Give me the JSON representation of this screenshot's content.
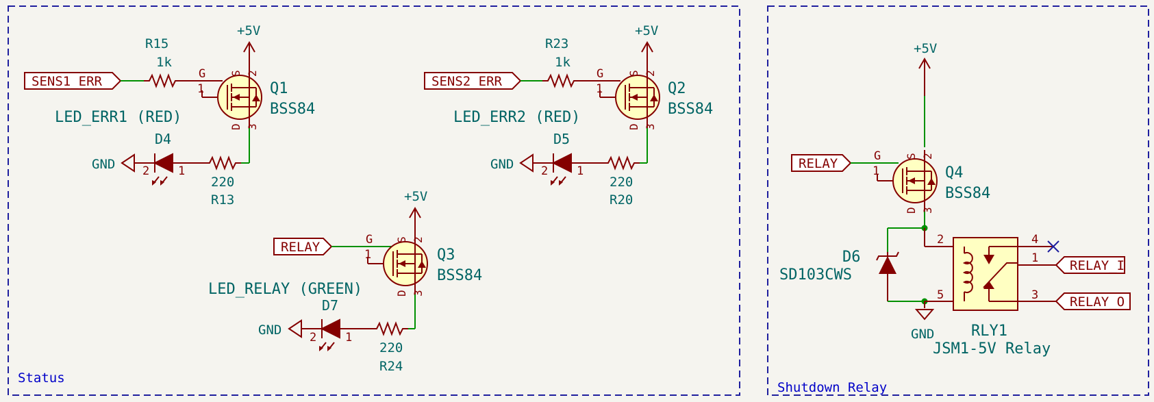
{
  "sections": {
    "status": "Status",
    "shutdown": "Shutdown Relay"
  },
  "power": {
    "vcc": "+5V",
    "gnd": "GND"
  },
  "labels": {
    "sens1": "SENS1_ERR",
    "sens2": "SENS2_ERR",
    "relay": "RELAY",
    "relay_i": "RELAY_I",
    "relay_o": "RELAY_O"
  },
  "parts": {
    "R15": {
      "ref": "R15",
      "value": "1k"
    },
    "R23": {
      "ref": "R23",
      "value": "1k"
    },
    "R13": {
      "ref": "R13",
      "value": "220"
    },
    "R20": {
      "ref": "R20",
      "value": "220"
    },
    "R24": {
      "ref": "R24",
      "value": "220"
    },
    "Q1": {
      "ref": "Q1",
      "value": "BSS84"
    },
    "Q2": {
      "ref": "Q2",
      "value": "BSS84"
    },
    "Q3": {
      "ref": "Q3",
      "value": "BSS84"
    },
    "Q4": {
      "ref": "Q4",
      "value": "BSS84"
    },
    "D4": {
      "ref": "D4",
      "value": "LED_ERR1 (RED)"
    },
    "D5": {
      "ref": "D5",
      "value": "LED_ERR2 (RED)"
    },
    "D7": {
      "ref": "D7",
      "value": "LED_RELAY (GREEN)"
    },
    "D6": {
      "ref": "D6",
      "value": "SD103CWS"
    },
    "RLY1": {
      "ref": "RLY1",
      "value": "JSM1-5V Relay"
    }
  },
  "pins": {
    "n1": "1",
    "n2": "2",
    "n3": "3",
    "n4": "4",
    "n5": "5",
    "g": "G",
    "s": "S",
    "d": "D"
  }
}
